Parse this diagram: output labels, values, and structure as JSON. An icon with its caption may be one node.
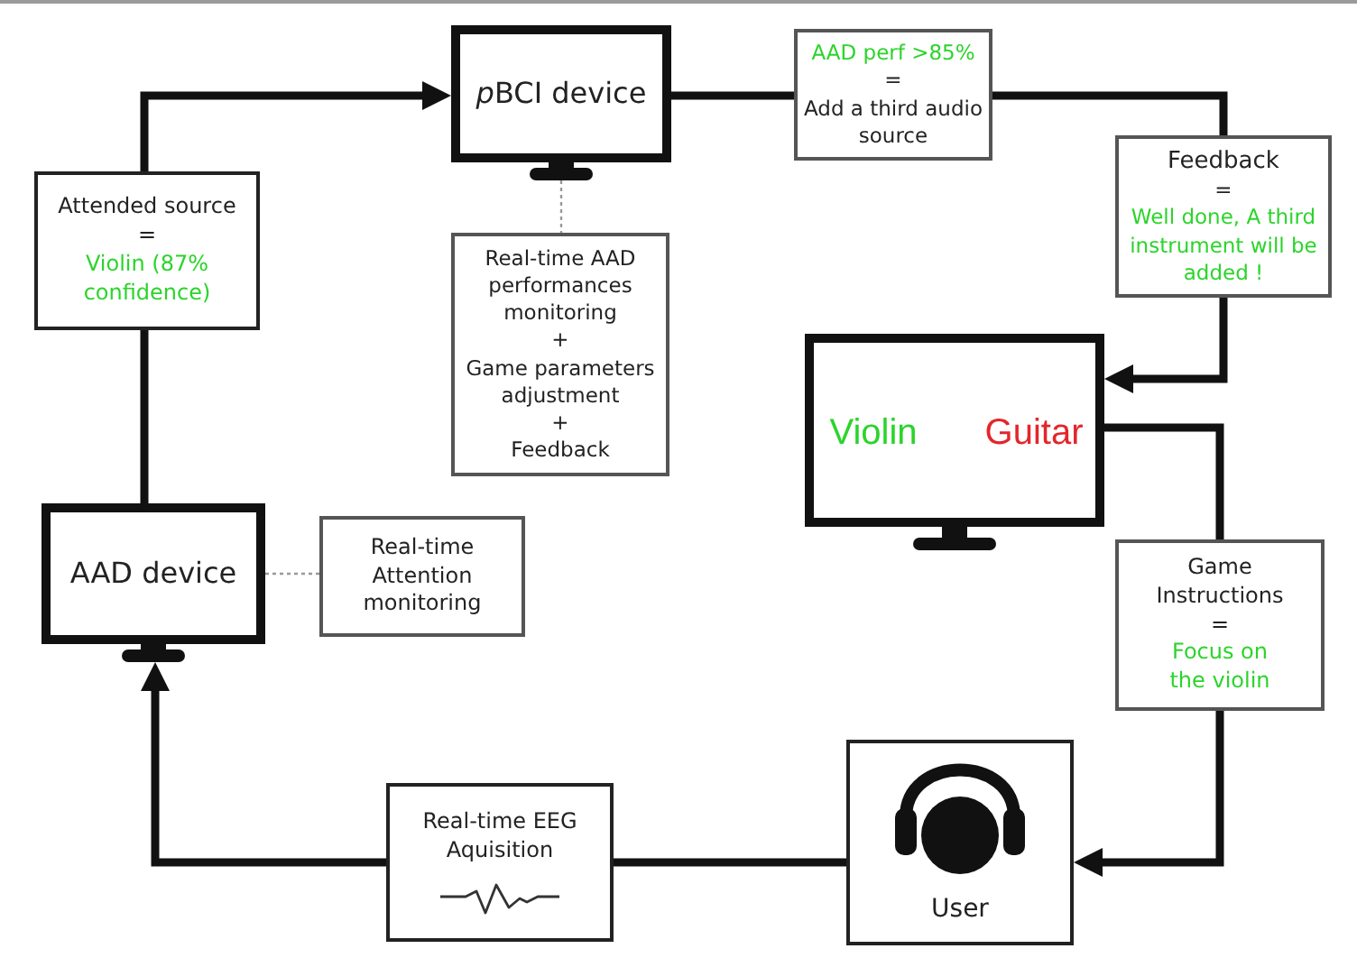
{
  "diagram": {
    "nodes": [
      {
        "text": [
          "pBCI device"
        ]
      },
      {
        "text": [
          "AAD perf >85%",
          "=",
          "Add a third audio source"
        ]
      },
      {
        "text": [
          "Feedback",
          "=",
          "Well done, A third instrument will be added !"
        ]
      },
      {
        "text": [
          "Attended source",
          "=",
          "Violin (87% confidence)"
        ]
      },
      {
        "text": [
          "Real-time AAD performances monitoring",
          "+",
          "Game parameters adjustment",
          "+",
          "Feedback"
        ]
      },
      {
        "text": [
          "Violin",
          "Guitar"
        ]
      },
      {
        "text": [
          "AAD device"
        ]
      },
      {
        "text": [
          "Real-time Attention monitoring"
        ]
      },
      {
        "text": [
          "Game Instructions",
          "=",
          "Focus on the violin"
        ]
      },
      {
        "text": [
          "User"
        ]
      },
      {
        "text": [
          "Real-time EEG Aquisition"
        ]
      }
    ],
    "edges": [
      {
        "from": 3,
        "to": 0,
        "arrow": "to"
      },
      {
        "from": 6,
        "to": 3,
        "arrow": "none"
      },
      {
        "from": 0,
        "to": 1,
        "arrow": "none"
      },
      {
        "from": 1,
        "to": 2,
        "arrow": "none"
      },
      {
        "from": 2,
        "to": 5,
        "arrow": "to"
      },
      {
        "from": 5,
        "to": 8,
        "arrow": "none"
      },
      {
        "from": 8,
        "to": 9,
        "arrow": "to"
      },
      {
        "from": 9,
        "to": 10,
        "arrow": "none"
      },
      {
        "from": 10,
        "to": 6,
        "arrow": "to"
      },
      {
        "from": 0,
        "to": 4,
        "arrow": "none",
        "style": "dashed",
        "color": "#999999"
      },
      {
        "from": 6,
        "to": 7,
        "arrow": "none",
        "style": "dashed",
        "color": "#999999"
      }
    ]
  }
}
